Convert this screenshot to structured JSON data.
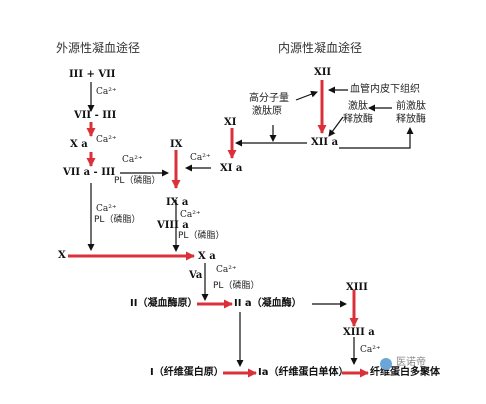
{
  "titles": {
    "extrinsic": "外源性凝血途径",
    "intrinsic": "内源性凝血途径"
  },
  "nodes": {
    "iii_vii": "III + VII",
    "viia_iii": "VII - III",
    "xa_left": "X a",
    "viia_iii_2": "VII a - III",
    "ix": "IX",
    "xia": "XI a",
    "xi": "XI",
    "xii": "XII",
    "xiia": "XII a",
    "ixa": "IX a",
    "viiia": "VIII a",
    "x": "X",
    "xa_center": "X a",
    "va": "Va",
    "ii": "II（凝血酶原）",
    "iia": "II a（凝血酶）",
    "xiii": "XIII",
    "xiiia": "XIII a",
    "i": "I（纤维蛋白原）",
    "ia": "Ia（纤维蛋白单体）",
    "polymer": "纤维蛋白多聚体"
  },
  "labels": {
    "vessel": "血管内皮下组织",
    "hmwk": "高分子量",
    "hmwk2": "激肽原",
    "kallikrein": "激肽",
    "kallikrein2": "释放酶",
    "prekallikrein": "前激肽",
    "prekallikrein2": "释放酶"
  },
  "conditions": {
    "ca_1": "Ca²⁺",
    "ca_2": "Ca²⁺",
    "ca_3": "Ca²⁺",
    "pl_3": "PL（磷脂）",
    "ca_4": "Ca²⁺",
    "ca_5": "Ca²⁺",
    "pl_5": "PL（磷脂）",
    "ca_6": "Ca²⁺",
    "pl_6": "PL（磷脂）",
    "ca_7": "Ca²⁺",
    "pl_7": "PL（磷脂）",
    "ca_8": "Ca²⁺"
  },
  "watermark": "医诺帝",
  "colors": {
    "red": "#d9303a",
    "black": "#111111"
  }
}
